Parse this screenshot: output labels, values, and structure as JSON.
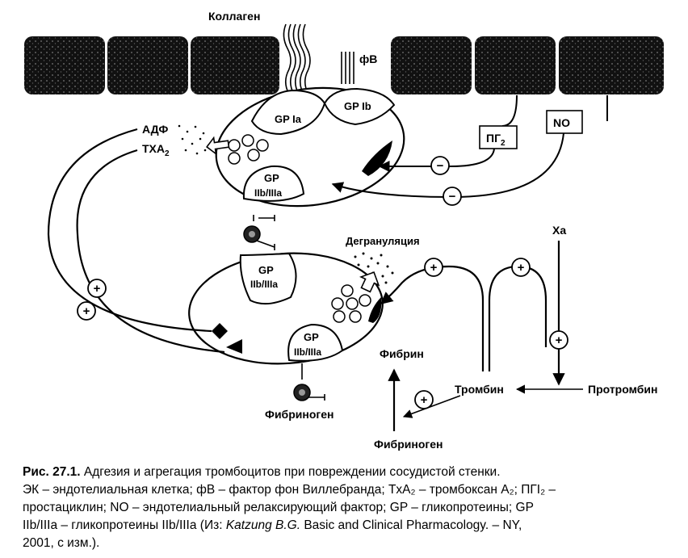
{
  "diagram": {
    "collagen": "Коллаген",
    "vwf": "фВ",
    "gp_ia": "GP Ia",
    "gp_ib": "GP Ib",
    "gp_iib_iiia_top": [
      "GP",
      "IIb/IIIa"
    ],
    "gp_iib_iiia_mid": [
      "GP",
      "IIb/IIIa"
    ],
    "gp_iib_iiia_low": [
      "GP",
      "IIb/IIIa"
    ],
    "adp": "АДФ",
    "txa2": "TXA",
    "txa2_sub": "2",
    "pgi2": "ПГ",
    "pgi2_sub": "2",
    "no": "NO",
    "degranulation": "Дегрануляция",
    "xa": "Xa",
    "fibrin": "Фибрин",
    "thrombin": "Тромбин",
    "prothrombin": "Протромбин",
    "fibrinogen_left": "Фибриноген",
    "fibrinogen_bottom": "Фибриноген",
    "plus": "+",
    "minus": "−"
  },
  "caption": {
    "label": "Рис. 27.1.",
    "title": " Адгезия и агрегация тромбоцитов при повреждении сосудистой стенки.",
    "line1": "ЭК – эндотелиальная клетка; фВ – фактор фон Виллебранда; TxA₂ – тромбоксан A₂; ПГI₂ –",
    "line2": "простациклин; NO – эндотелиальный релаксирующий фактор; GP – гликопротеины; GP",
    "line3_a": "IIb/IIIa – гликопротеины IIb/IIIa (Из: ",
    "line3_author": "Katzung B.G.",
    "line3_b": " Basic and Clinical Pharmacology. – NY,",
    "line4": "2001, с изм.)."
  }
}
